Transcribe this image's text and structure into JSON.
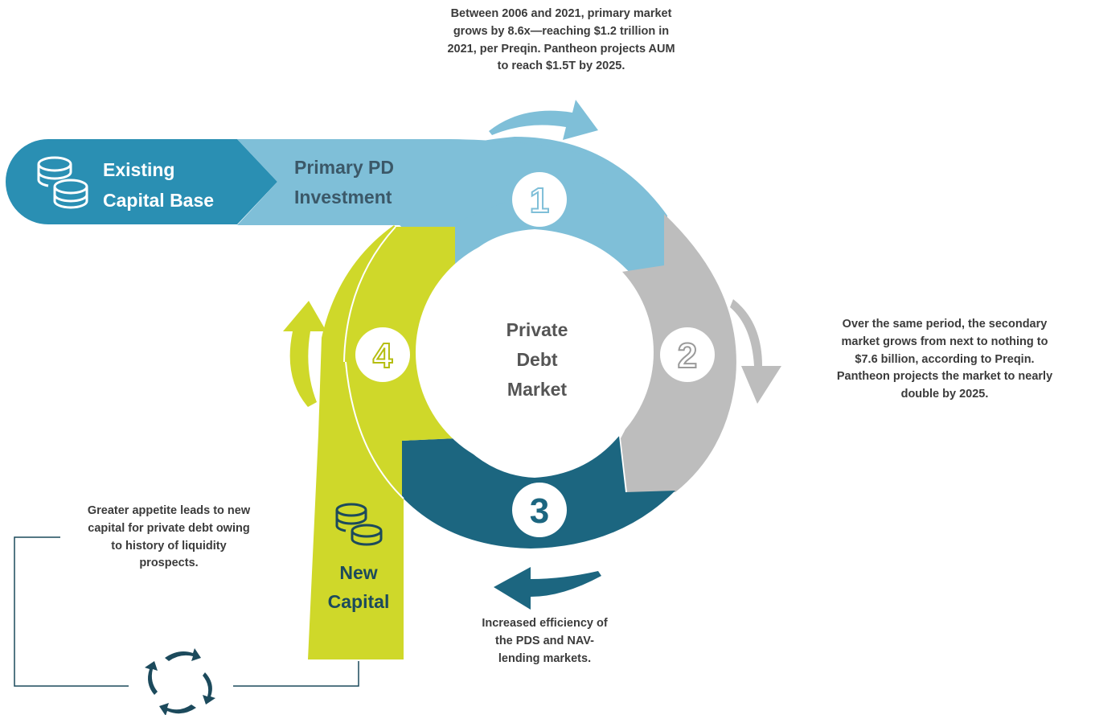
{
  "top_note": "Between 2006 and 2021, primary market\ngrows by 8.6x—reaching $1.2 trillion in\n2021, per Preqin. Pantheon projects AUM\nto reach $1.5T by 2025.",
  "right_note": "Over the same period, the secondary\nmarket grows from next to nothing to\n$7.6 billion, according to Preqin.\nPantheon projects the market to nearly\ndouble by 2025.",
  "left_note": "Greater appetite leads to new\ncapital for private debt owing\nto history of liquidity\nprospects.",
  "bottom_note": "Increased efficiency of\nthe PDS and NAV-\nlending markets.",
  "existing_capital": {
    "line1": "Existing",
    "line2": "Capital Base"
  },
  "primary_pd": {
    "line1": "Primary PD",
    "line2": "Investment"
  },
  "new_capital": {
    "line1": "New",
    "line2": "Capital"
  },
  "center": {
    "line1": "Private",
    "line2": "Debt",
    "line3": "Market"
  },
  "steps": [
    {
      "label": "1",
      "color": "#7fbfd8"
    },
    {
      "label": "2",
      "color": "#bdbdbd"
    },
    {
      "label": "3",
      "color": "#1c6680"
    },
    {
      "label": "4",
      "color": "#cfd82a"
    }
  ],
  "colors": {
    "teal": "#2a8fb3",
    "light_blue": "#7fbfd8",
    "gray": "#bdbdbd",
    "dark_teal": "#1c6680",
    "lime": "#cfd82a",
    "text": "#3b3b3b"
  },
  "icons": [
    "coins-icon",
    "cycle-icon",
    "arrow-right-icon",
    "arrow-down-icon",
    "arrow-left-icon",
    "arrow-up-icon"
  ]
}
